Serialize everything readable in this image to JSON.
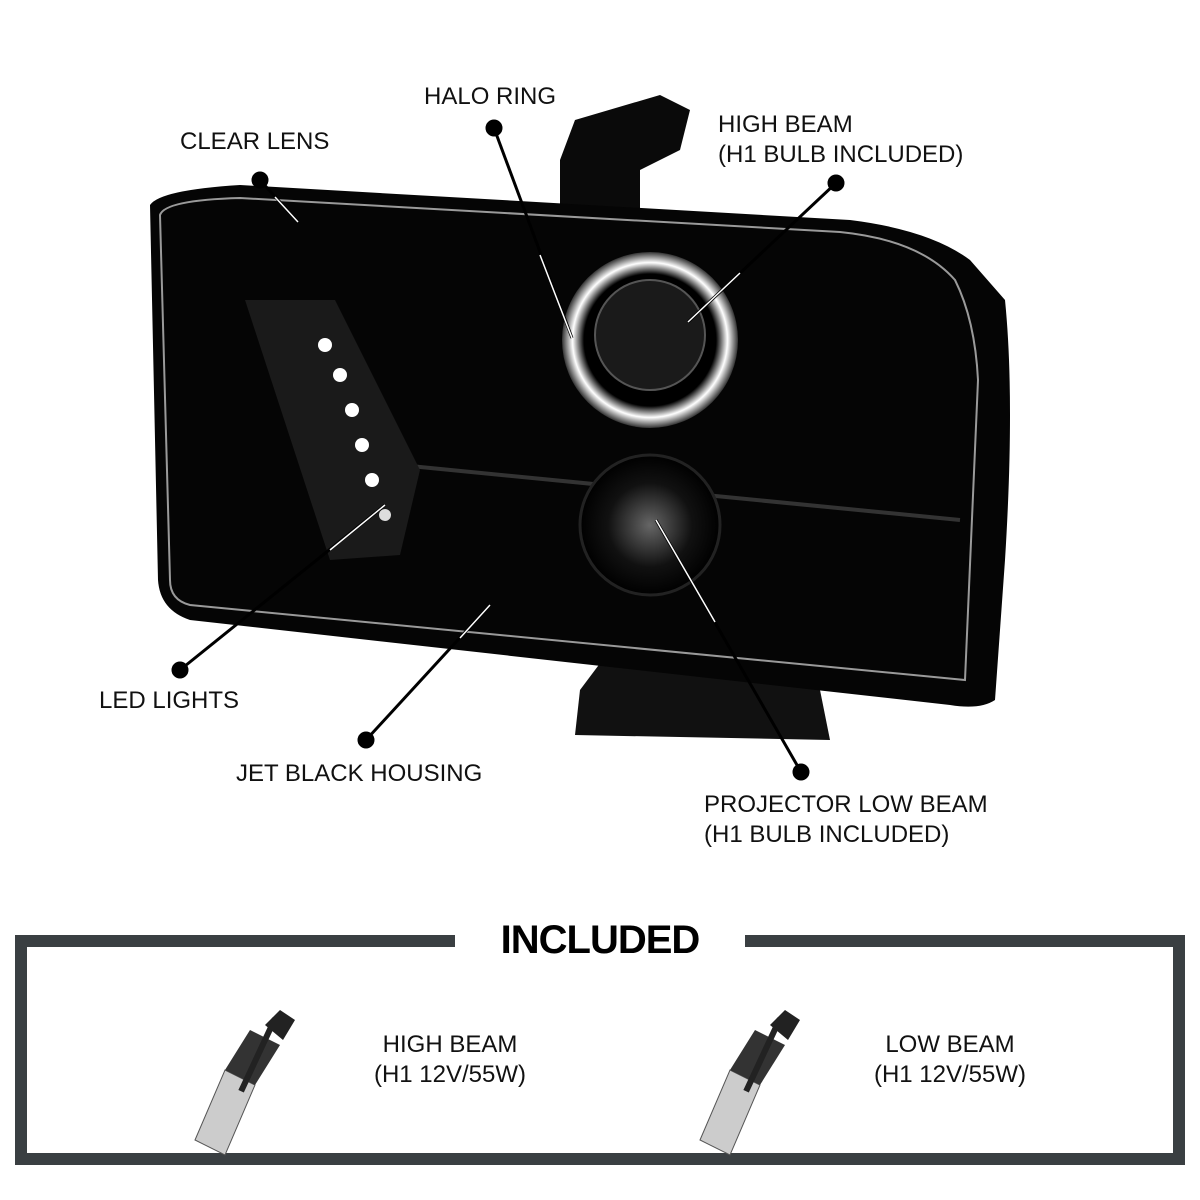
{
  "callouts": {
    "clear_lens": "CLEAR LENS",
    "halo_ring": "HALO RING",
    "high_beam": [
      "HIGH BEAM",
      "(H1 BULB INCLUDED)"
    ],
    "led_lights": "LED LIGHTS",
    "jet_black_housing": "JET BLACK HOUSING",
    "projector_low_beam": [
      "PROJECTOR LOW BEAM",
      "(H1 BULB INCLUDED)"
    ]
  },
  "included": {
    "title": "INCLUDED",
    "items": [
      {
        "name": "HIGH BEAM",
        "spec": "(H1 12V/55W)",
        "icon": "h1-bulb-icon"
      },
      {
        "name": "LOW BEAM",
        "spec": "(H1 12V/55W)",
        "icon": "h1-bulb-icon"
      }
    ]
  },
  "colors": {
    "housing": "#050505",
    "frame": "#3a3f42",
    "halo": "#f4f6ff"
  }
}
